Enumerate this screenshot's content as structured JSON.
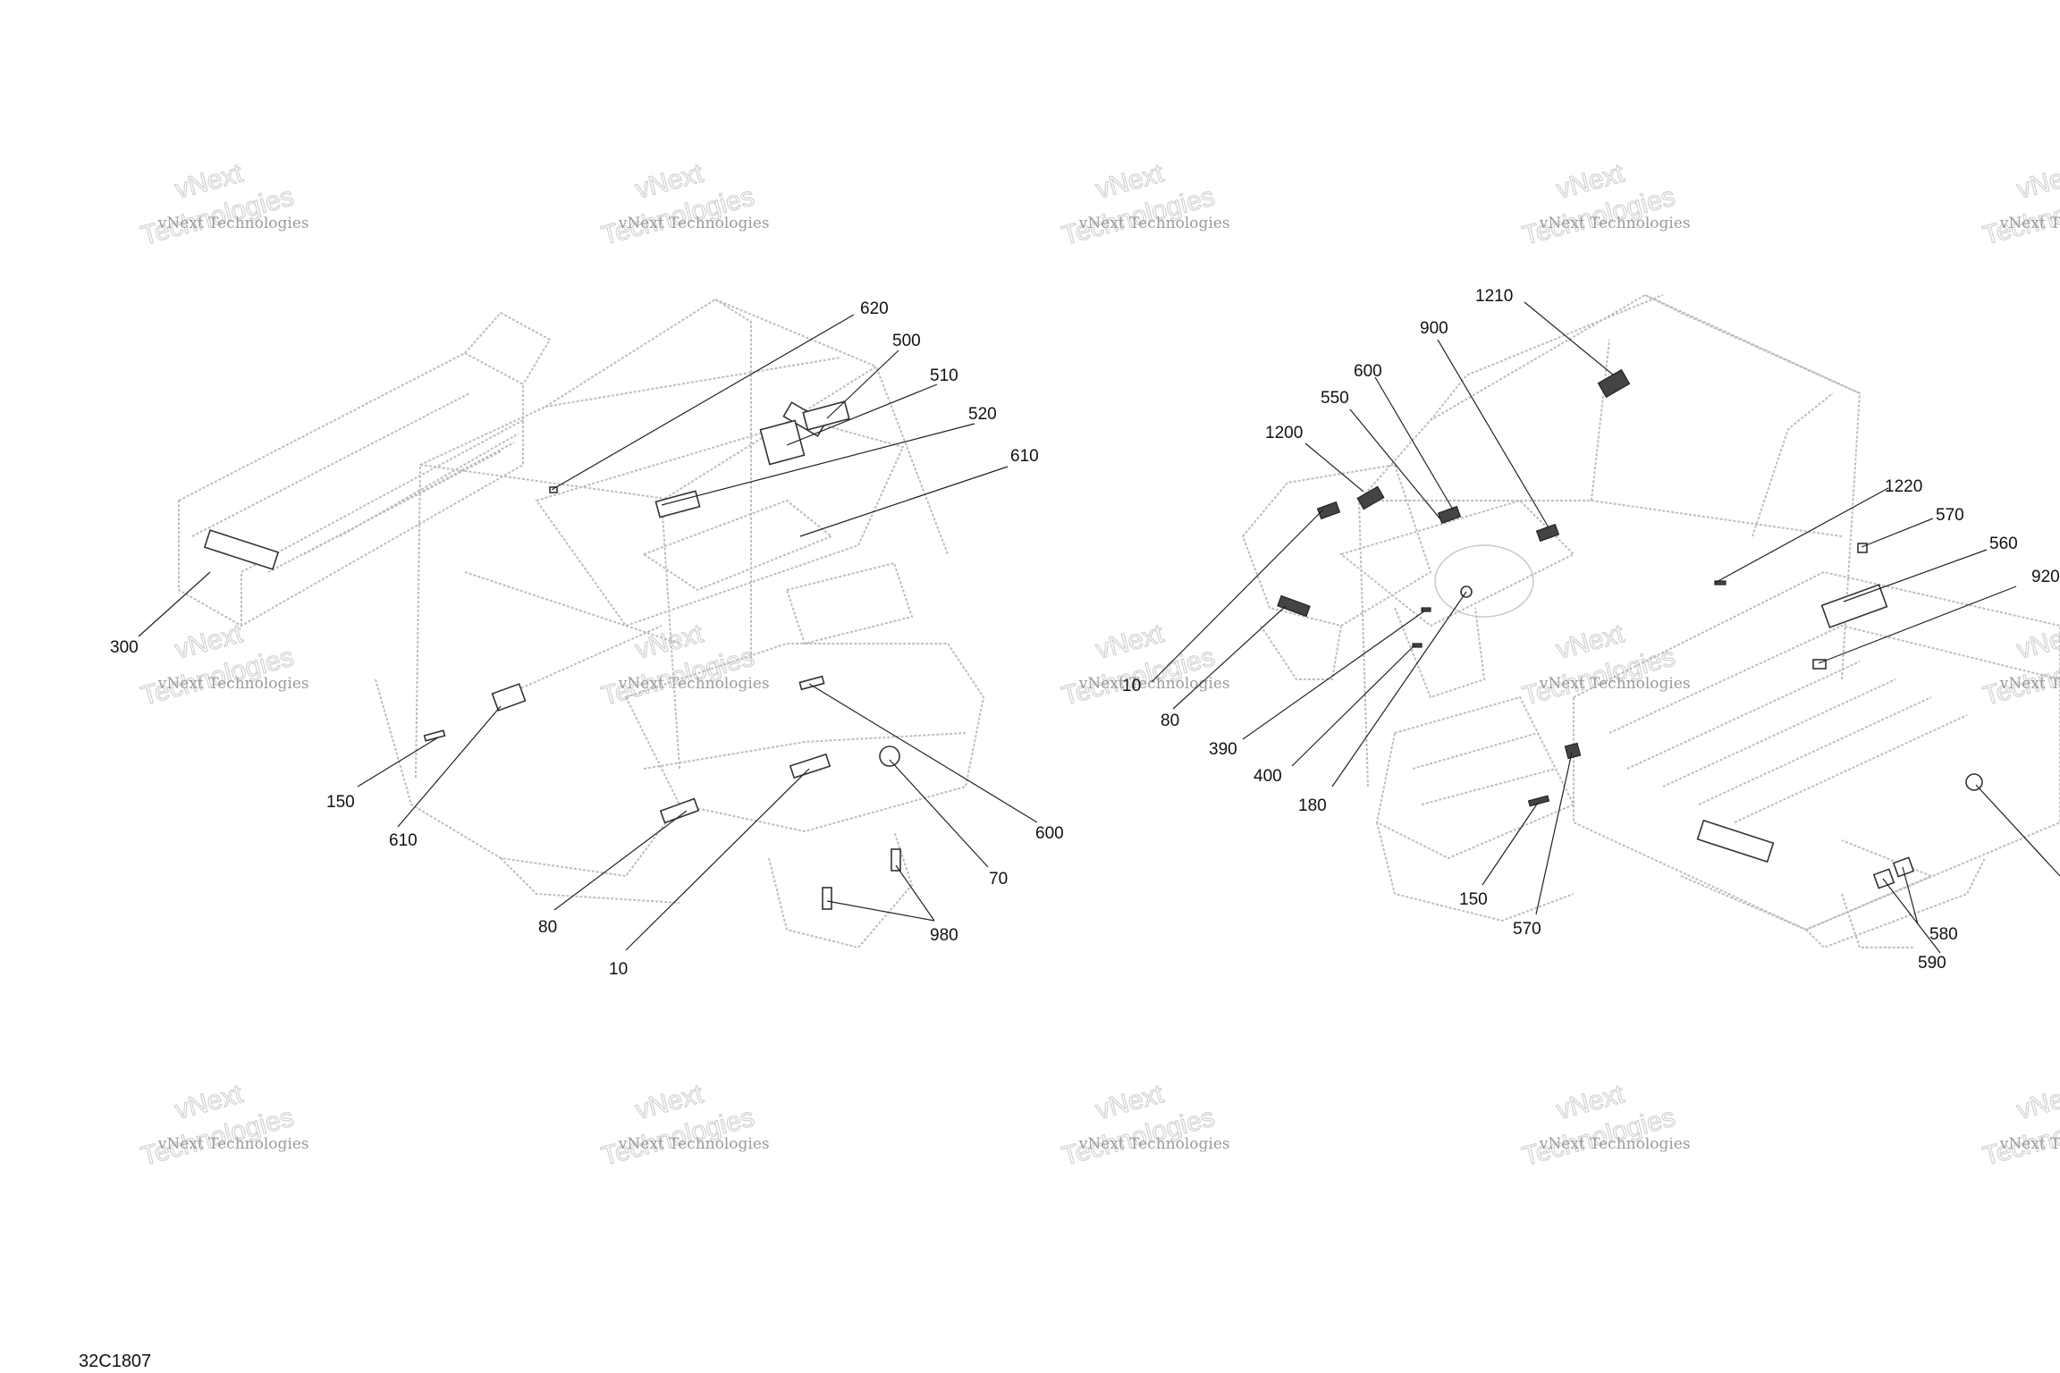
{
  "watermark": {
    "line1": "vNext",
    "line2": "vNext Technologies",
    "line3": "Technologies"
  },
  "document_code": "32C1807",
  "left_view": {
    "callouts": [
      "620",
      "500",
      "510",
      "520",
      "610",
      "300",
      "150",
      "610",
      "80",
      "10",
      "600",
      "70",
      "980"
    ]
  },
  "right_view": {
    "callouts": [
      "1210",
      "900",
      "600",
      "550",
      "1200",
      "1220",
      "570",
      "560",
      "920",
      "10",
      "80",
      "390",
      "400",
      "180",
      "150",
      "570",
      "580",
      "590"
    ]
  }
}
